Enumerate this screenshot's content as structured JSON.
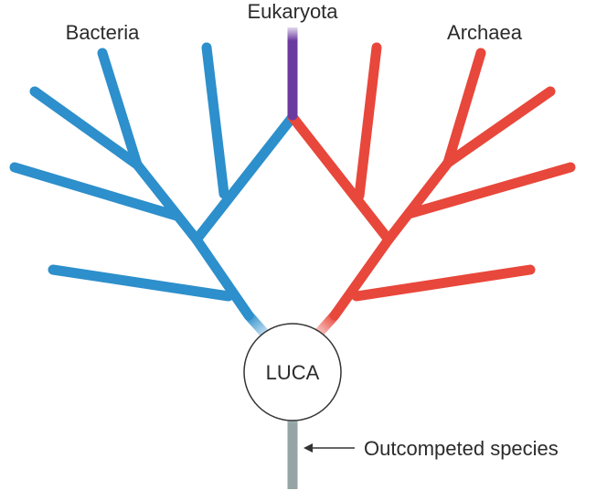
{
  "labels": {
    "bacteria": "Bacteria",
    "eukaryota": "Eukaryota",
    "archaea": "Archaea",
    "luca": "LUCA",
    "outcompeted": "Outcompeted species"
  },
  "colors": {
    "bacteria": "#2d8fcb",
    "archaea": "#e8473b",
    "eukaryota": "#6b3aa0",
    "outcompeted": "#95a5a6",
    "circle_stroke": "#333333",
    "arrow": "#333333",
    "text": "#2b2b2b"
  }
}
